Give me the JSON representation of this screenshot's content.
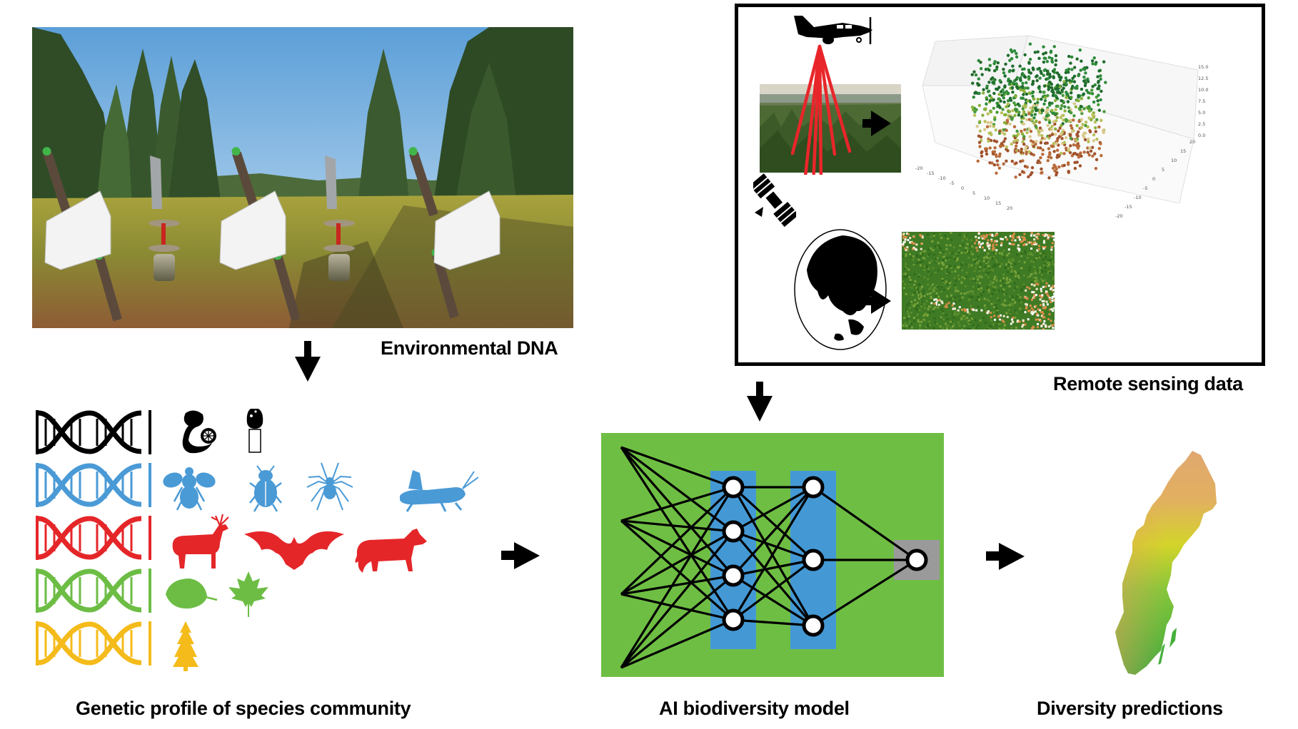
{
  "title": "eDNA and remote sensing AI biodiversity pipeline",
  "labels": {
    "environmental_dna": "Environmental DNA",
    "remote_sensing": "Remote sensing data",
    "genetic_profile": "Genetic profile of species community",
    "ai_model": "AI biodiversity model",
    "diversity_predictions": "Diversity predictions"
  },
  "colors": {
    "fungi": "#000000",
    "invertebrates": "#4a9ad6",
    "vertebrates": "#e52629",
    "plants": "#6dbd45",
    "trees": "#f4bb1a",
    "model_background": "#6fbe44",
    "hidden_layer": "#4499d5",
    "output_layer": "#9a9a9a",
    "lidar_beam": "#e8262a"
  },
  "genetic_rows": [
    {
      "group": "fungi",
      "icons": [
        "bracket-fungus-icon",
        "mushroom-icon"
      ]
    },
    {
      "group": "invertebrates",
      "icons": [
        "bee-icon",
        "beetle-icon",
        "spider-icon",
        "grasshopper-icon"
      ]
    },
    {
      "group": "vertebrates",
      "icons": [
        "deer-icon",
        "bat-icon",
        "wolf-icon"
      ]
    },
    {
      "group": "plants",
      "icons": [
        "leaf-icon",
        "maple-leaf-icon"
      ]
    },
    {
      "group": "trees",
      "icons": [
        "conifer-icon"
      ]
    }
  ],
  "remote_sensing": {
    "sources": [
      "airplane-lidar",
      "satellite"
    ],
    "point_cloud_axes": {
      "z_ticks": [
        "0.0",
        "2.5",
        "5.0",
        "7.5",
        "10.0",
        "12.5",
        "15.0"
      ],
      "x_ticks": [
        "-20",
        "-15",
        "-10",
        "-5",
        "0",
        "5",
        "10",
        "15",
        "20"
      ],
      "y_ticks": [
        "-20",
        "-15",
        "-10",
        "-5",
        "0",
        "5",
        "10",
        "15",
        "20"
      ]
    }
  },
  "network": {
    "inputs": 4,
    "hidden1": 4,
    "hidden2": 3,
    "outputs": 1
  }
}
